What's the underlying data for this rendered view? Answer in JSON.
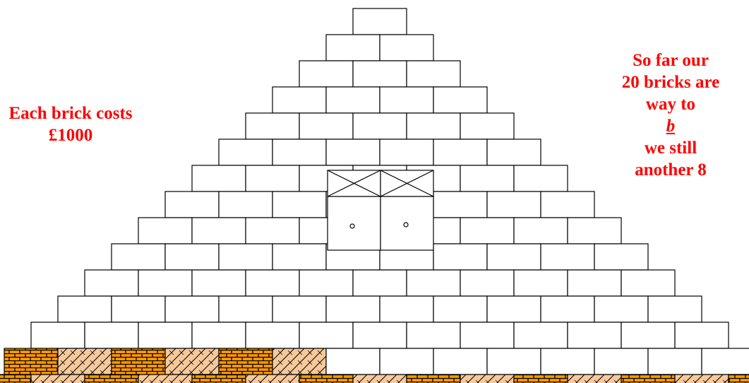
{
  "left_note": {
    "line1": "Each brick costs",
    "line2": "£1000"
  },
  "right_note": {
    "line1": "So far our",
    "line2": "20 bricks are",
    "line3": "way to",
    "line4": "b",
    "line5": "we still",
    "line6": "another 8"
  },
  "colors": {
    "text": "#ff0000",
    "brick_outline": "#000000",
    "brick_fill": "#ffffff",
    "orange_brick": "#ff9900",
    "hatched_brick": "#f7c99a"
  },
  "bricks": {
    "paid_count": 20
  }
}
